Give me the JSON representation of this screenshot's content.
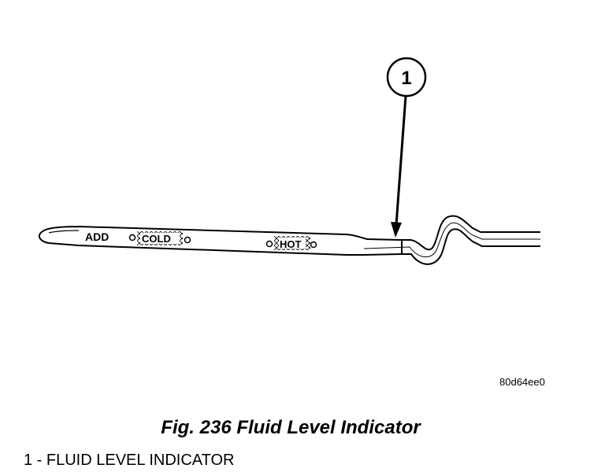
{
  "callout": {
    "number": "1"
  },
  "dipstick_markings": {
    "add": "ADD",
    "cold": "COLD",
    "hot": "HOT"
  },
  "image_code": "80d64ee0",
  "caption": "Fig. 236 Fluid Level Indicator",
  "legend": [
    {
      "text": "1 - FLUID LEVEL INDICATOR"
    }
  ]
}
